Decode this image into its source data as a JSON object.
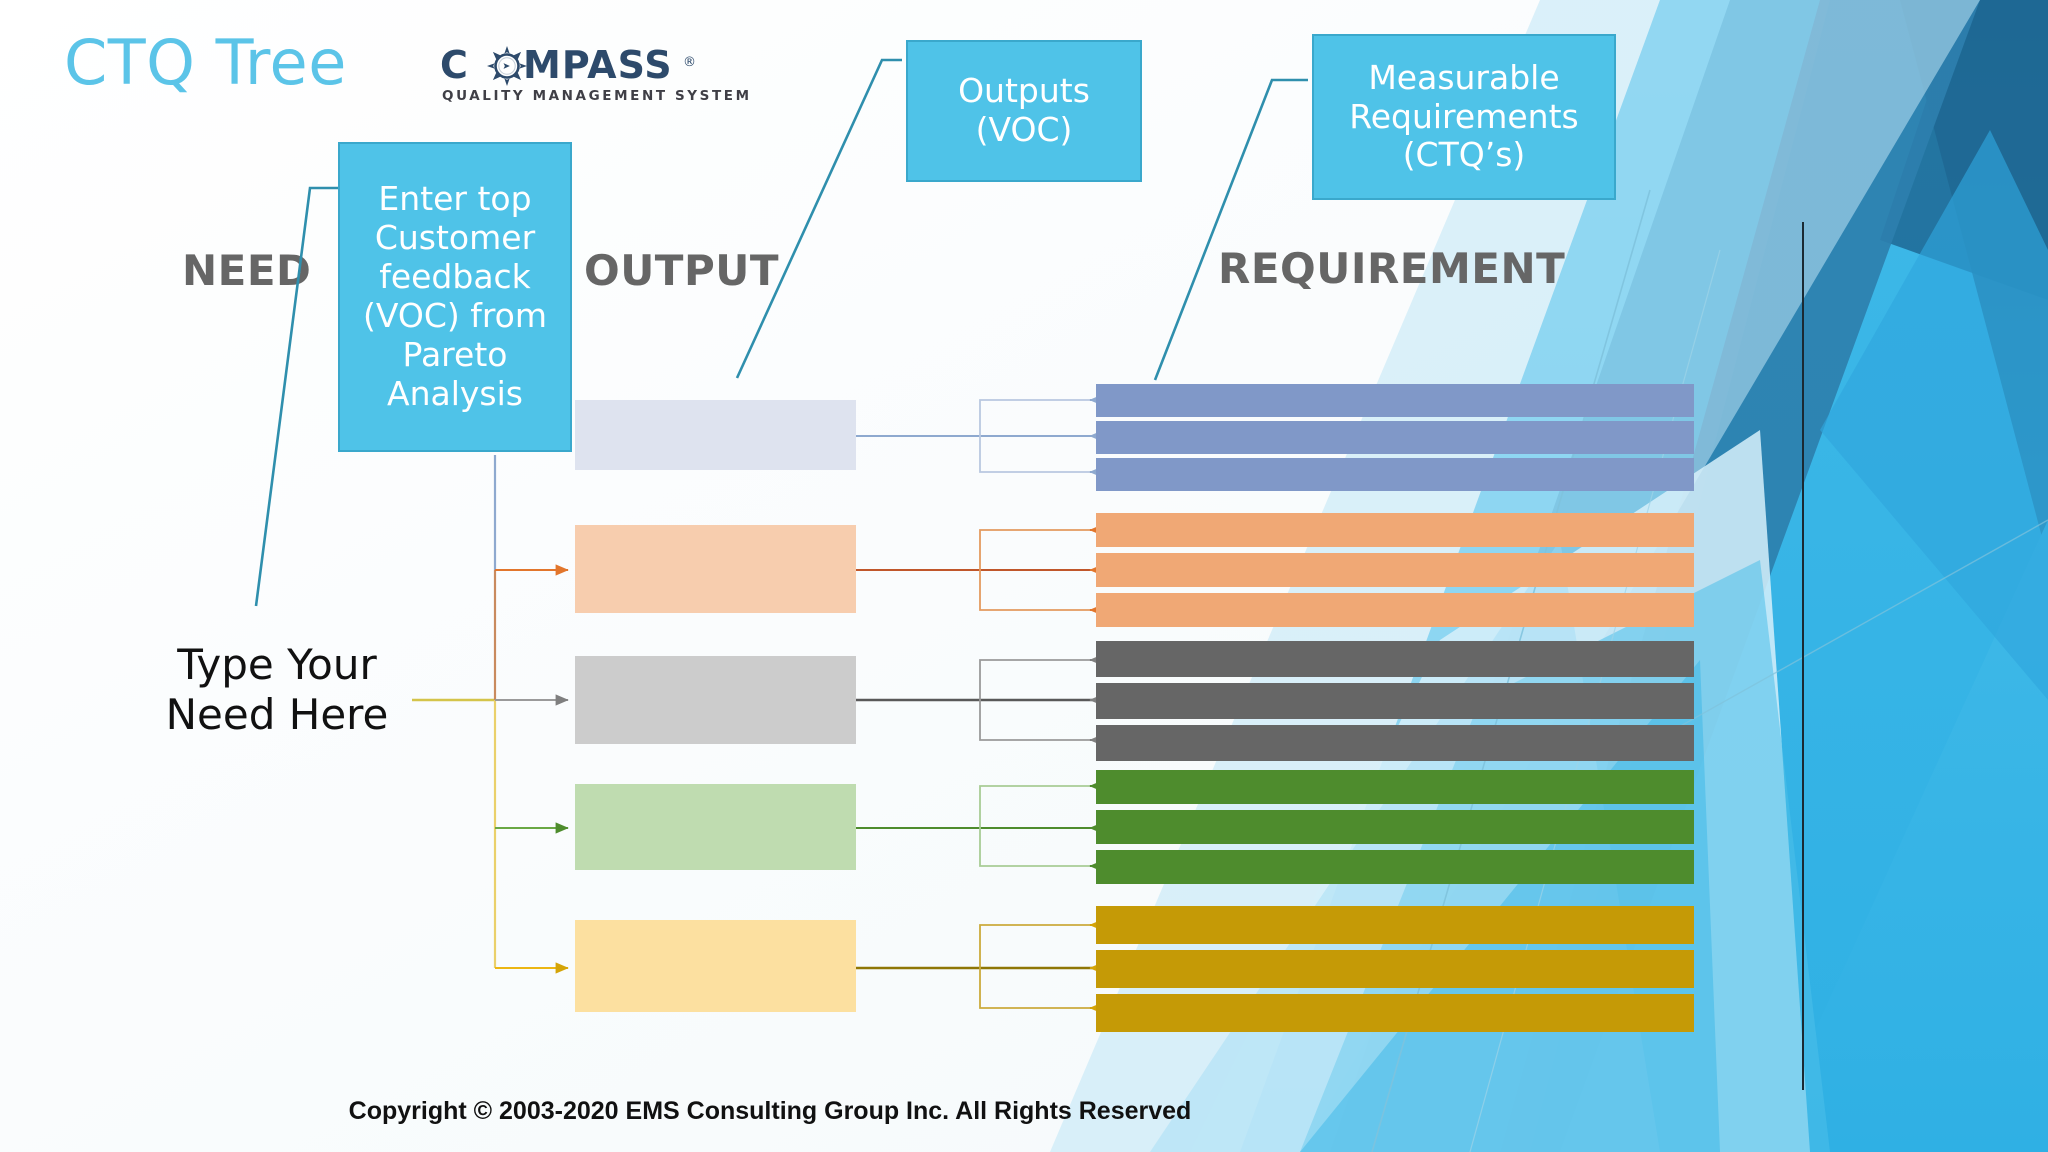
{
  "slide": {
    "title": "CTQ Tree",
    "title_color": "#5bc4e8",
    "background": "#fdfdfb",
    "accent_color": "#4fc3e8"
  },
  "logo": {
    "name": "compass-logo",
    "word_c": "C",
    "word_rest": "MPASS",
    "registered": "®",
    "icon": "compass-rose-icon",
    "subtitle": "QUALITY MANAGEMENT SYSTEM",
    "color": "#2d4a6b"
  },
  "headers": [
    {
      "id": "need",
      "label": "NEED"
    },
    {
      "id": "output",
      "label": "OUTPUT"
    },
    {
      "id": "requirement",
      "label": "REQUIREMENT"
    }
  ],
  "callouts": [
    {
      "id": "need",
      "text": "Enter top Customer feedback (VOC) from Pareto Analysis"
    },
    {
      "id": "output",
      "text": "Outputs (VOC)"
    },
    {
      "id": "requirement",
      "text": "Measurable Requirements (CTQ’s)"
    }
  ],
  "need": {
    "label": "Type Your Need Here"
  },
  "chart_data": {
    "type": "diagram",
    "title": "CTQ Tree",
    "columns": [
      "NEED",
      "OUTPUT",
      "REQUIREMENT"
    ],
    "root": "Type Your Need Here",
    "branches": [
      {
        "id": "branch-1",
        "output_label": "",
        "output_fill": "#dee3ef",
        "line_color": "#8ea9cf",
        "req_fill": "#8098c8",
        "requirements": [
          "",
          "",
          ""
        ]
      },
      {
        "id": "branch-2",
        "output_label": "",
        "output_fill": "#f7cdae",
        "line_color": "#e2762c",
        "req_fill": "#f0a875",
        "requirements": [
          "",
          "",
          ""
        ]
      },
      {
        "id": "branch-3",
        "output_label": "",
        "output_fill": "#cccccc",
        "line_color": "#7f7f7f",
        "req_fill": "#666666",
        "requirements": [
          "",
          "",
          ""
        ]
      },
      {
        "id": "branch-4",
        "output_label": "",
        "output_fill": "#bfdcb0",
        "line_color": "#4e8c2d",
        "req_fill": "#4e8c2d",
        "requirements": [
          "",
          "",
          ""
        ]
      },
      {
        "id": "branch-5",
        "output_label": "",
        "output_fill": "#fce0a0",
        "line_color": "#d4a408",
        "req_fill": "#c59a06",
        "requirements": [
          "",
          "",
          ""
        ]
      }
    ],
    "note": "Blank template placeholders: 5 output boxes each feeding 3 requirement bars"
  },
  "footer": {
    "copyright": "Copyright © 2003-2020 EMS Consulting Group Inc. All Rights Reserved"
  }
}
